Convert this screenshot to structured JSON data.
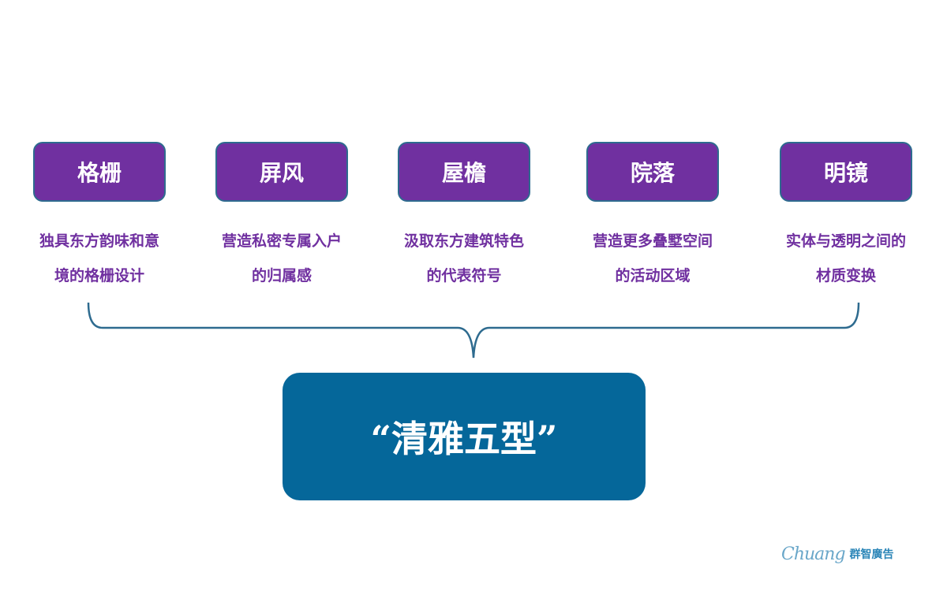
{
  "items": [
    {
      "title": "格栅",
      "desc": [
        "独具东方韵味和意",
        "境的格栅设计"
      ]
    },
    {
      "title": "屏风",
      "desc": [
        "营造私密专属入户",
        "的归属感"
      ]
    },
    {
      "title": "屋檐",
      "desc": [
        "汲取东方建筑特色",
        "的代表符号"
      ]
    },
    {
      "title": "院落",
      "desc": [
        "营造更多叠墅空间",
        "的活动区域"
      ]
    },
    {
      "title": "明镜",
      "desc": [
        "实体与透明之间的",
        "材质变换"
      ]
    }
  ],
  "summary": "“清雅五型”",
  "logo": {
    "script": "Chuang",
    "text": "群智廣告"
  },
  "colors": {
    "purple": "#7030a0",
    "blue": "#05679a",
    "brace": "#2e6b8f"
  }
}
